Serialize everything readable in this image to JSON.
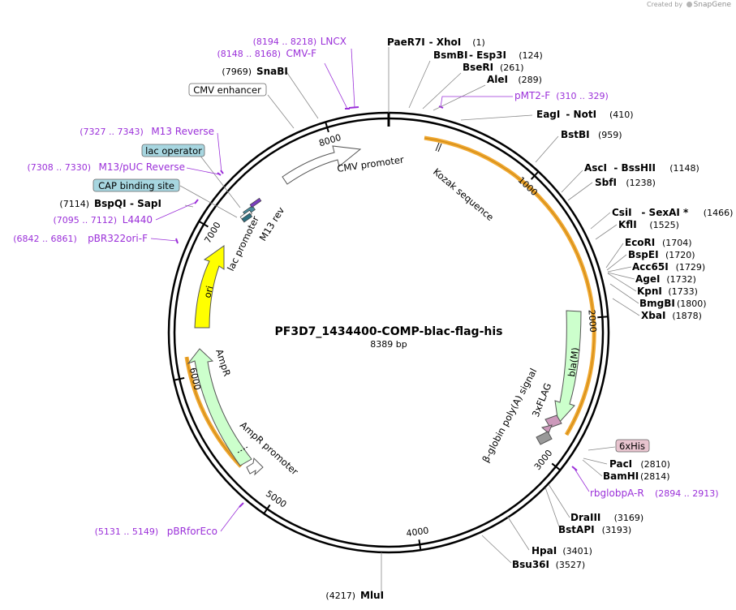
{
  "branding": {
    "prefix": "Created by",
    "name": "SnapGene",
    "logo_icon": "snapgene-logo-icon"
  },
  "plasmid": {
    "name": "PF3D7_1434400-COMP-blac-flag-his",
    "length_label": "8389 bp",
    "length": 8389
  },
  "colors": {
    "primer": "#9b30d9",
    "enzyme": "#000000",
    "backbone": "#000000",
    "ori": "#ffff00",
    "cds": "#ccffcc",
    "orange_band": "#f0a830"
  },
  "ticks": [
    {
      "pos": 1000,
      "label": "1000"
    },
    {
      "pos": 2000,
      "label": "2000"
    },
    {
      "pos": 3000,
      "label": "3000"
    },
    {
      "pos": 4000,
      "label": "4000"
    },
    {
      "pos": 5000,
      "label": "5000"
    },
    {
      "pos": 6000,
      "label": "6000"
    },
    {
      "pos": 7000,
      "label": "7000"
    },
    {
      "pos": 8000,
      "label": "8000"
    }
  ],
  "enzymes": [
    {
      "text": "PaeR7I",
      "suffix": "- XhoI",
      "pos_label": "(1)"
    },
    {
      "text": "BsmBI",
      "suffix": "- Esp3I",
      "pos_label": "(124)"
    },
    {
      "text": "BseRI",
      "suffix": "",
      "pos_label": "(261)"
    },
    {
      "text": "AleI",
      "suffix": "",
      "pos_label": "(289)"
    },
    {
      "text": "EagI",
      "suffix": "- NotI",
      "pos_label": "(410)"
    },
    {
      "text": "BstBI",
      "suffix": "",
      "pos_label": "(959)"
    },
    {
      "text": "AscI",
      "suffix": "- BssHII",
      "pos_label": "(1148)"
    },
    {
      "text": "SbfI",
      "suffix": "",
      "pos_label": "(1238)"
    },
    {
      "text": "CsiI",
      "suffix": "- SexAI *",
      "pos_label": "(1466)"
    },
    {
      "text": "KflI",
      "suffix": "",
      "pos_label": "(1525)"
    },
    {
      "text": "EcoRI",
      "suffix": "",
      "pos_label": "(1704)"
    },
    {
      "text": "BspEI",
      "suffix": "",
      "pos_label": "(1720)"
    },
    {
      "text": "Acc65I",
      "suffix": "",
      "pos_label": "(1729)"
    },
    {
      "text": "AgeI",
      "suffix": "",
      "pos_label": "(1732)"
    },
    {
      "text": "KpnI",
      "suffix": "",
      "pos_label": "(1733)"
    },
    {
      "text": "BmgBI",
      "suffix": "",
      "pos_label": "(1800)"
    },
    {
      "text": "XbaI",
      "suffix": "",
      "pos_label": "(1878)"
    },
    {
      "text": "PacI",
      "suffix": "",
      "pos_label": "(2810)"
    },
    {
      "text": "BamHI",
      "suffix": "",
      "pos_label": "(2814)"
    },
    {
      "text": "DraIII",
      "suffix": "",
      "pos_label": "(3169)"
    },
    {
      "text": "BstAPI",
      "suffix": "",
      "pos_label": "(3193)"
    },
    {
      "text": "HpaI",
      "suffix": "",
      "pos_label": "(3401)"
    },
    {
      "text": "Bsu36I",
      "suffix": "",
      "pos_label": "(3527)"
    },
    {
      "text": "MluI",
      "suffix": "",
      "pos_label": "(4217)"
    },
    {
      "text": "BspQI",
      "suffix": "- SapI",
      "pos_label": "(7114)"
    },
    {
      "text": "SnaBI",
      "suffix": "",
      "pos_label": "(7969)"
    }
  ],
  "primers": [
    {
      "name": "LNCX",
      "range": "(8194 .. 8218)"
    },
    {
      "name": "CMV-F",
      "range": "(8148 .. 8168)"
    },
    {
      "name": "pMT2-F",
      "range": "(310 .. 329)"
    },
    {
      "name": "rbglobpA-R",
      "range": "(2894 .. 2913)"
    },
    {
      "name": "pBRforEco",
      "range": "(5131 .. 5149)"
    },
    {
      "name": "pBR322ori-F",
      "range": "(6842 .. 6861)"
    },
    {
      "name": "L4440",
      "range": "(7095 .. 7112)"
    },
    {
      "name": "M13/pUC Reverse",
      "range": "(7308 .. 7330)"
    },
    {
      "name": "M13 Reverse",
      "range": "(7327 .. 7343)"
    }
  ],
  "boxed_features": [
    {
      "name": "CMV enhancer",
      "style": "white"
    },
    {
      "name": "lac operator",
      "style": "blue"
    },
    {
      "name": "CAP binding site",
      "style": "blue"
    },
    {
      "name": "6xHis",
      "style": "pink"
    }
  ],
  "feature_labels": [
    {
      "name": "CMV promoter"
    },
    {
      "name": "Kozak sequence"
    },
    {
      "name": "M13 rev"
    },
    {
      "name": "lac promoter"
    },
    {
      "name": "ori"
    },
    {
      "name": "bla(M)"
    },
    {
      "name": "3xFLAG"
    },
    {
      "name": "β-globin poly(A) signal"
    },
    {
      "name": "AmpR"
    },
    {
      "name": "AmpR promoter"
    }
  ]
}
